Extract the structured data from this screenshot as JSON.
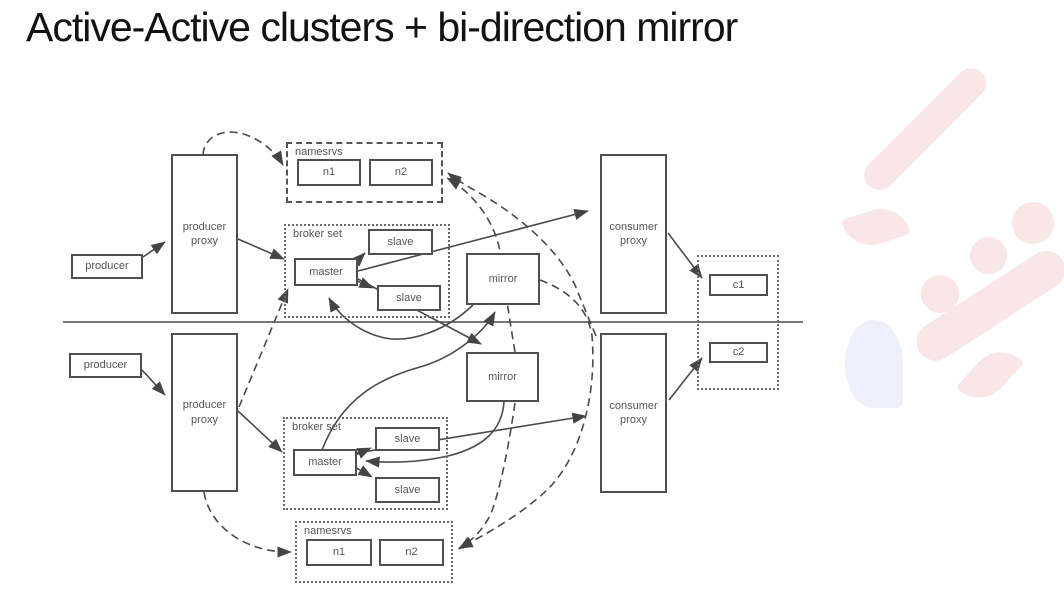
{
  "title": "Active-Active clusters + bi-direction mirror",
  "clusters": {
    "top": {
      "producer": "producer",
      "producer_proxy": "producer proxy",
      "namesrvs_label": "namesrvs",
      "n1": "n1",
      "n2": "n2",
      "broker_set_label": "broker set",
      "master": "master",
      "slave_upper": "slave",
      "slave_lower": "slave",
      "mirror": "mirror",
      "consumer_proxy": "consumer proxy",
      "consumer": "c1"
    },
    "bottom": {
      "producer": "producer",
      "producer_proxy": "producer proxy",
      "namesrvs_label": "namesrvs",
      "n1": "n1",
      "n2": "n2",
      "broker_set_label": "broker set",
      "master": "master",
      "slave_upper": "slave",
      "slave_lower": "slave",
      "mirror": "mirror",
      "consumer_proxy": "consumer proxy",
      "consumer": "c2"
    }
  },
  "colors": {
    "line": "#4a4a4a",
    "box_border": "#4f4f4f",
    "text": "#555555",
    "title": "#121212",
    "watermark_pink": "#f9e6e6",
    "watermark_blue": "#edeffa"
  }
}
